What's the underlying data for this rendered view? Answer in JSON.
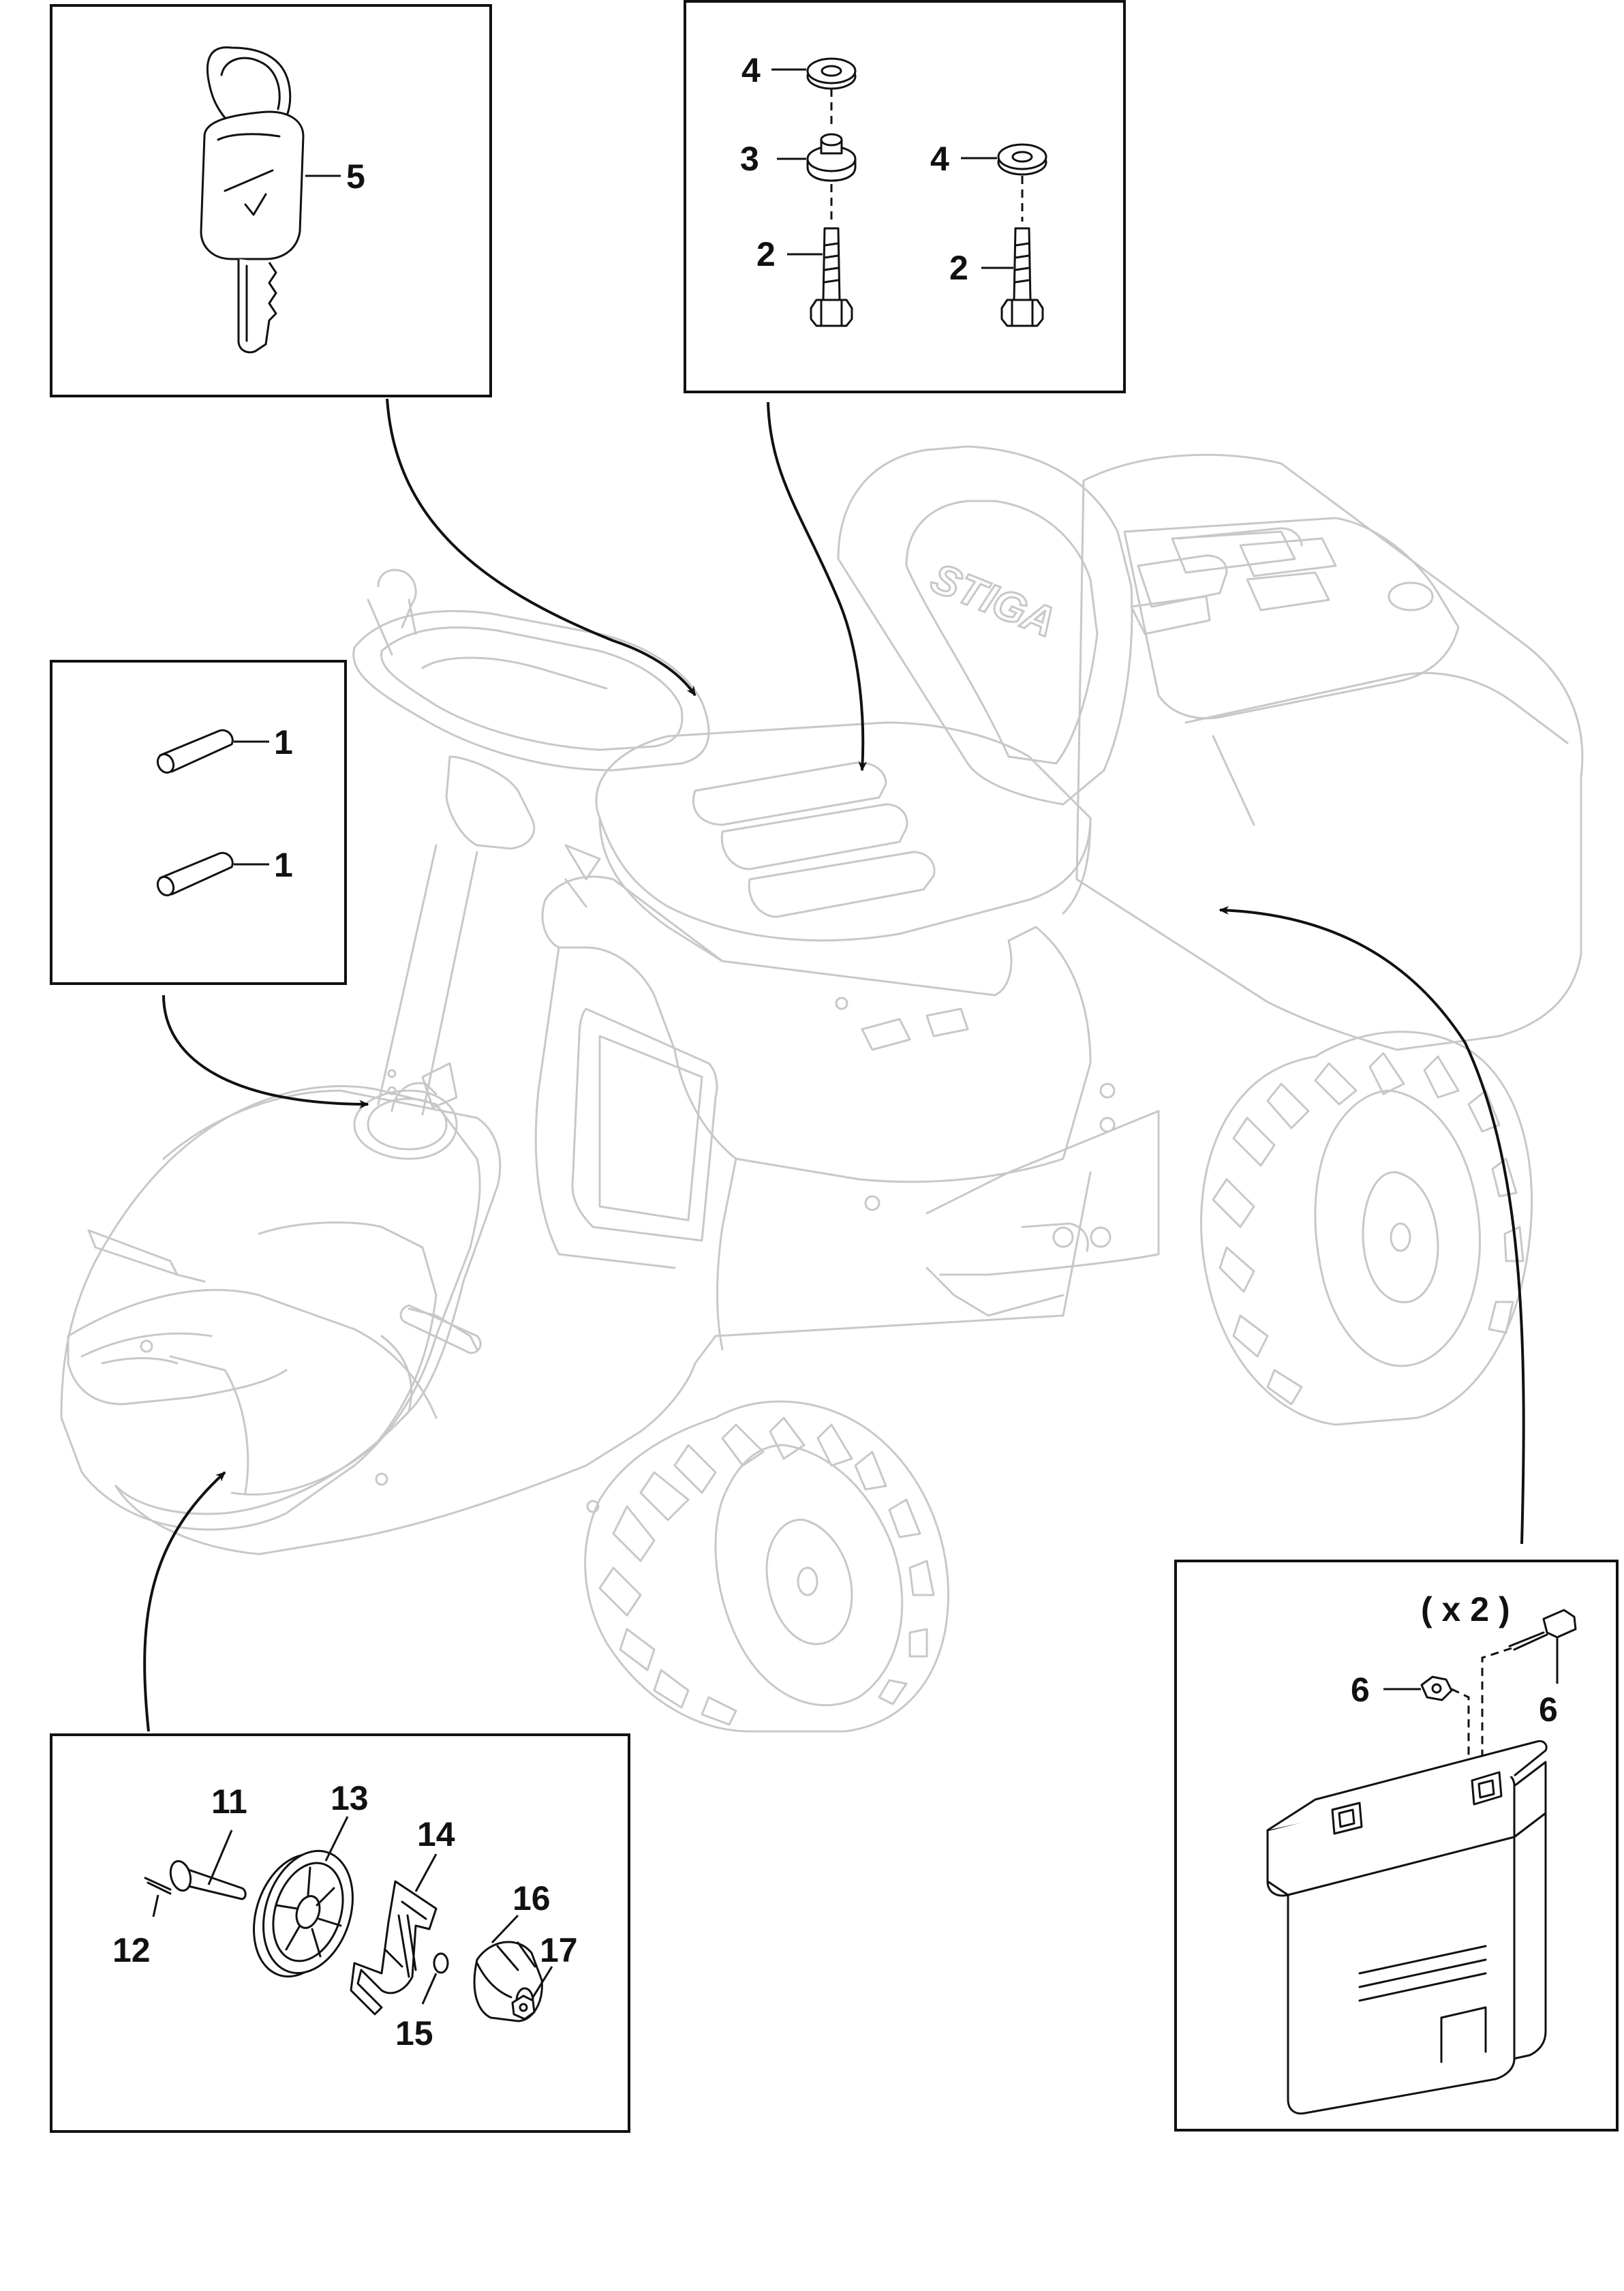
{
  "brand_logo_text": "STIGA",
  "callouts": {
    "key": "5",
    "washer_top": "4",
    "washer_right": "4",
    "bushing": "3",
    "bolt_left": "2",
    "bolt_right": "2",
    "pin_top": "1",
    "pin_bottom": "1",
    "battery_quantity": "( x 2 )",
    "nut": "6",
    "screw": "6",
    "axle": "11",
    "split_pin": "12",
    "wheel": "13",
    "bracket": "14",
    "washer_small": "15",
    "knob": "16",
    "nut_small": "17"
  }
}
